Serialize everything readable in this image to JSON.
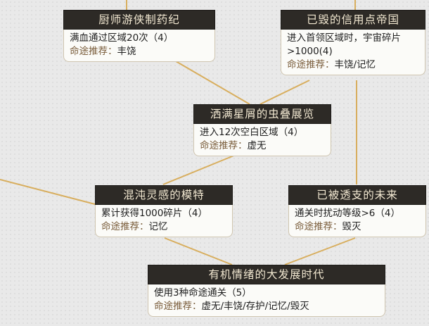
{
  "nodes": [
    {
      "id": "chef",
      "title": "厨师游侠制药纪",
      "desc": "满血通过区域20次（4）",
      "rec_label": "命途推荐：",
      "rec": "丰饶"
    },
    {
      "id": "empire",
      "title": "已毁的信用点帝国",
      "desc": "进入首领区域时，宇宙碎片>1000(4)",
      "rec_label": "命途推荐：",
      "rec": "丰饶/记忆"
    },
    {
      "id": "exhibit",
      "title": "洒满星屑的虫叠展览",
      "desc": "进入12次空白区域（4）",
      "rec_label": "命途推荐：",
      "rec": "虚无"
    },
    {
      "id": "chaos",
      "title": "混沌灵感的模特",
      "desc": "累计获得1000碎片（4）",
      "rec_label": "命途推荐：",
      "rec": "记忆"
    },
    {
      "id": "future",
      "title": "已被透支的未来",
      "desc": "通关时扰动等级>6（4）",
      "rec_label": "命途推荐：",
      "rec": "毁灭"
    },
    {
      "id": "era",
      "title": "有机情绪的大发展时代",
      "desc": "使用3种命途通关（5）",
      "rec_label": "命途推荐：",
      "rec": "虚无/丰饶/存护/记忆/毁灭"
    }
  ],
  "colors": {
    "link": "#d8ae5e",
    "title_bg": "#2d2a26",
    "title_text": "#f3e9d2",
    "rec_label": "#7a5d3b"
  }
}
